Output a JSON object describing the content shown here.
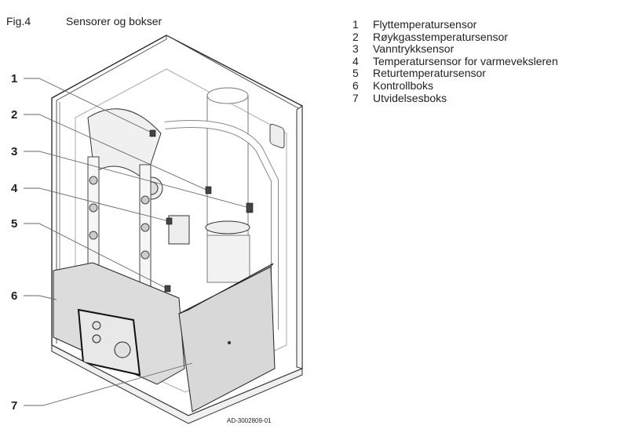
{
  "figure": {
    "label": "Fig.4",
    "title": "Sensorer og bokser",
    "code": "AD-3002809-01"
  },
  "legend": [
    {
      "number": "1",
      "text": "Flyttemperatursensor"
    },
    {
      "number": "2",
      "text": "Røykgasstemperatursensor"
    },
    {
      "number": "3",
      "text": "Vanntrykksensor"
    },
    {
      "number": "4",
      "text": "Temperatursensor for varmeveksleren"
    },
    {
      "number": "5",
      "text": "Returtemperatursensor"
    },
    {
      "number": "6",
      "text": "Kontrollboks"
    },
    {
      "number": "7",
      "text": "Utvidelsesboks"
    }
  ],
  "callouts": [
    "1",
    "2",
    "3",
    "4",
    "5",
    "6",
    "7"
  ]
}
